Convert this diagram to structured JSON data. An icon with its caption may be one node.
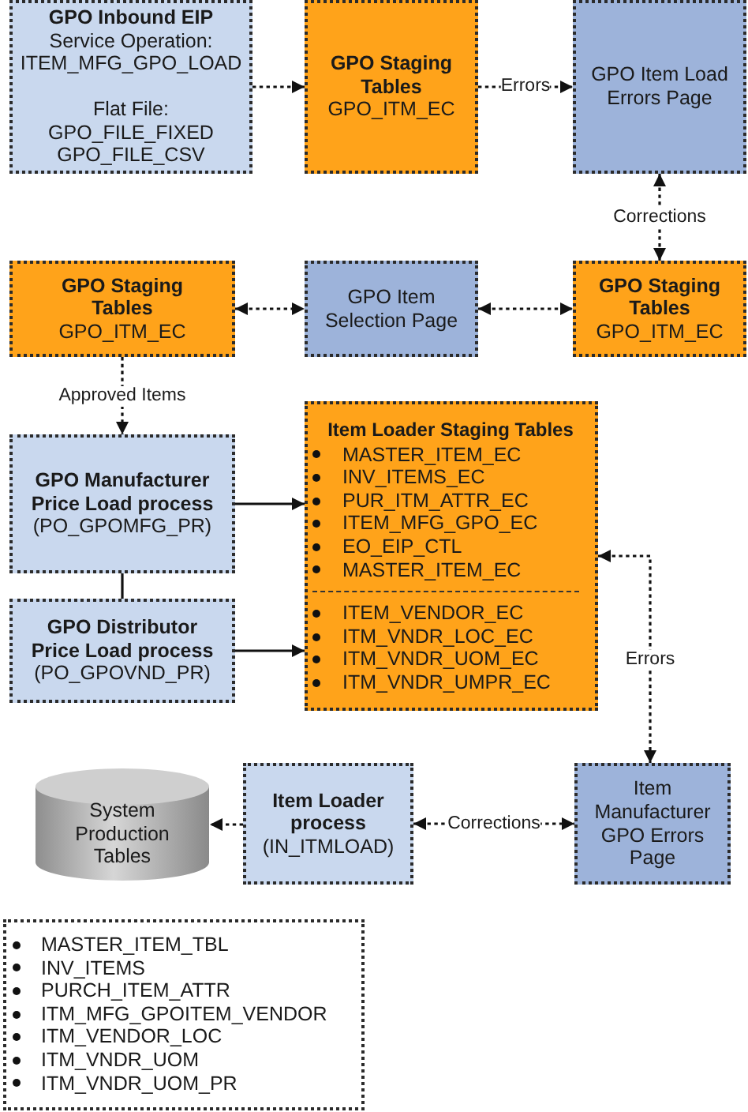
{
  "diagram": {
    "nodes": [
      {
        "text": [
          "GPO Inbound EIP",
          "Service Operation:",
          "ITEM_MFG_GPO_LOAD",
          "Flat File:",
          "GPO_FILE_FIXED",
          "GPO_FILE_CSV"
        ]
      },
      {
        "text": [
          "GPO Staging Tables",
          "GPO_ITM_EC"
        ]
      },
      {
        "text": [
          "GPO Item Load Errors Page"
        ]
      },
      {
        "text": [
          "GPO Staging Tables",
          "GPO_ITM_EC"
        ]
      },
      {
        "text": [
          "GPO Item Selection Page"
        ]
      },
      {
        "text": [
          "GPO Staging Tables",
          "GPO_ITM_EC"
        ]
      },
      {
        "text": [
          "GPO Manufacturer Price Load process",
          "(PO_GPOMFG_PR)"
        ]
      },
      {
        "text": [
          "GPO Distributor Price Load process",
          "(PO_GPOVND_PR)"
        ]
      },
      {
        "text": [
          "Item Loader Staging Tables",
          "MASTER_ITEM_EC",
          "INV_ITEMS_EC",
          "PUR_ITM_ATTR_EC",
          "ITEM_MFG_GPO_EC",
          "EO_EIP_CTL",
          "MASTER_ITEM_EC",
          "ITEM_VENDOR_EC",
          "ITM_VNDR_LOC_EC",
          "ITM_VNDR_UOM_EC",
          "ITM_VNDR_UMPR_EC"
        ]
      },
      {
        "text": [
          "System Production Tables"
        ]
      },
      {
        "text": [
          "Item Loader process",
          "(IN_ITMLOAD)"
        ]
      },
      {
        "text": [
          "Item Manufacturer GPO Errors Page"
        ]
      },
      {
        "text": [
          "MASTER_ITEM_TBL",
          "INV_ITEMS",
          "PURCH_ITEM_ATTR",
          "ITM_MFG_GPOITEM_VENDOR",
          "ITM_VENDOR_LOC",
          "ITM_VNDR_UOM",
          "ITM_VNDR_UOM_PR"
        ]
      }
    ],
    "edges": [
      {
        "from": 0,
        "to": 1,
        "arrow": "to",
        "style": "dashed"
      },
      {
        "from": 1,
        "to": 2,
        "arrow": "to",
        "label": "Errors",
        "style": "dashed"
      },
      {
        "from": 2,
        "to": 5,
        "arrow": "both",
        "label": "Corrections",
        "style": "dashed"
      },
      {
        "from": 3,
        "to": 4,
        "arrow": "both",
        "style": "dashed"
      },
      {
        "from": 4,
        "to": 5,
        "arrow": "both",
        "style": "dashed"
      },
      {
        "from": 3,
        "to": 6,
        "arrow": "to",
        "label": "Approved Items",
        "style": "dashed"
      },
      {
        "from": 6,
        "to": 8,
        "arrow": "to"
      },
      {
        "from": 7,
        "to": 8,
        "arrow": "to"
      },
      {
        "from": 6,
        "to": 7,
        "arrow": "none"
      },
      {
        "from": 8,
        "to": 11,
        "arrow": "both",
        "label": "Errors",
        "style": "dashed"
      },
      {
        "from": 10,
        "to": 9,
        "arrow": "to",
        "style": "dashed"
      },
      {
        "from": 10,
        "to": 11,
        "arrow": "both",
        "label": "Corrections",
        "style": "dashed"
      }
    ]
  }
}
